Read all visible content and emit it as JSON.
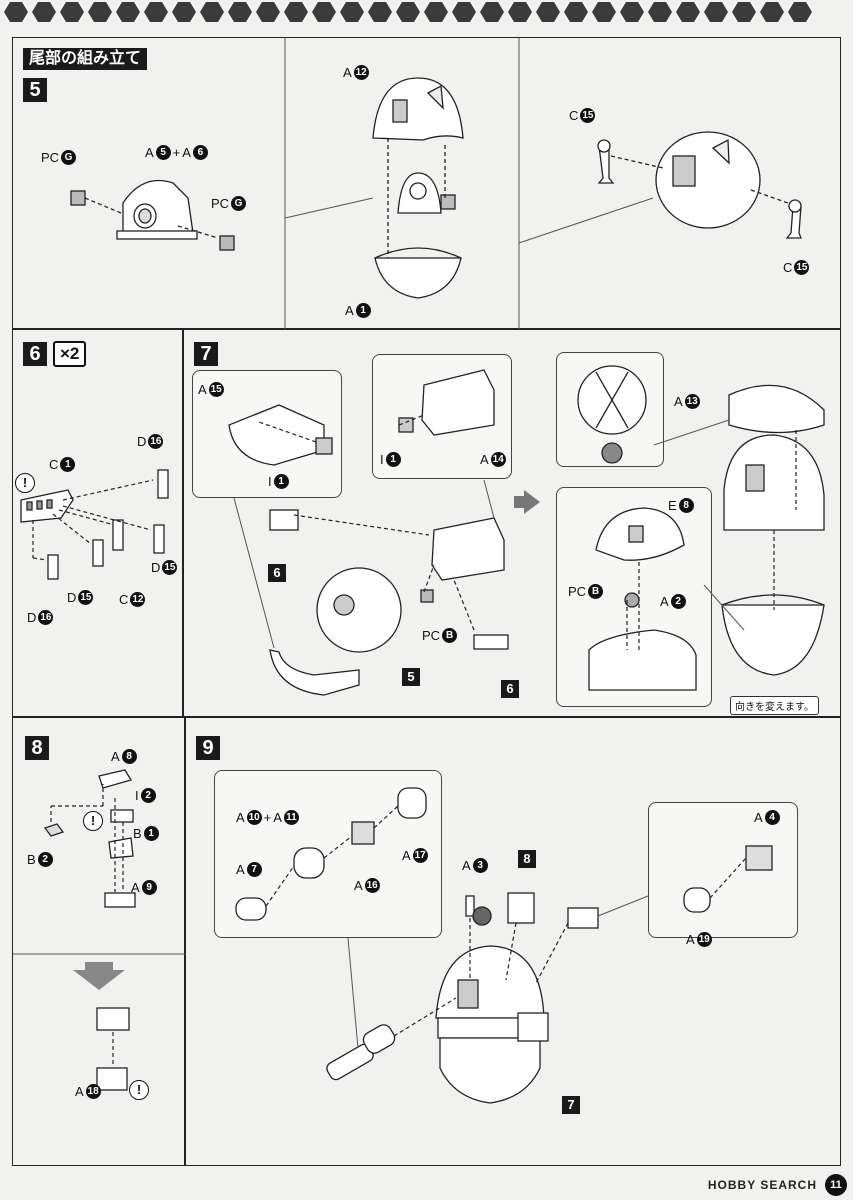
{
  "section_title": "尾部の組み立て",
  "steps": {
    "s5": {
      "num": "5"
    },
    "s6": {
      "num": "6",
      "multiplier": "×2"
    },
    "s7": {
      "num": "7",
      "ref5": "5",
      "ref6a": "6",
      "ref6b": "6",
      "note": "向きを変えます。"
    },
    "s8": {
      "num": "8"
    },
    "s9": {
      "num": "9",
      "ref8": "8",
      "ref7": "7"
    }
  },
  "labels": {
    "s5": [
      {
        "prefix": "PC",
        "id": "G"
      },
      {
        "prefix": "A",
        "id": "5",
        "joiner": "+",
        "prefix2": "A",
        "id2": "6"
      },
      {
        "prefix": "PC",
        "id": "G"
      },
      {
        "prefix": "A",
        "id": "12"
      },
      {
        "prefix": "A",
        "id": "1"
      },
      {
        "prefix": "C",
        "id": "15"
      },
      {
        "prefix": "C",
        "id": "15"
      }
    ],
    "s6": [
      {
        "prefix": "C",
        "id": "1"
      },
      {
        "prefix": "D",
        "id": "16"
      },
      {
        "prefix": "D",
        "id": "15"
      },
      {
        "prefix": "D",
        "id": "15"
      },
      {
        "prefix": "C",
        "id": "12"
      },
      {
        "prefix": "D",
        "id": "16"
      }
    ],
    "s7": [
      {
        "prefix": "A",
        "id": "15"
      },
      {
        "prefix": "I",
        "id": "1"
      },
      {
        "prefix": "I",
        "id": "1"
      },
      {
        "prefix": "A",
        "id": "14"
      },
      {
        "prefix": "PC",
        "id": "B"
      },
      {
        "prefix": "A",
        "id": "13"
      },
      {
        "prefix": "E",
        "id": "8"
      },
      {
        "prefix": "PC",
        "id": "B"
      },
      {
        "prefix": "A",
        "id": "2"
      }
    ],
    "s8": [
      {
        "prefix": "A",
        "id": "8"
      },
      {
        "prefix": "I",
        "id": "2"
      },
      {
        "prefix": "B",
        "id": "1"
      },
      {
        "prefix": "B",
        "id": "2"
      },
      {
        "prefix": "A",
        "id": "9"
      },
      {
        "prefix": "A",
        "id": "18"
      }
    ],
    "s9": [
      {
        "prefix": "A",
        "id": "10",
        "joiner": "+",
        "prefix2": "A",
        "id2": "11"
      },
      {
        "prefix": "A",
        "id": "7"
      },
      {
        "prefix": "A",
        "id": "16"
      },
      {
        "prefix": "A",
        "id": "17"
      },
      {
        "prefix": "A",
        "id": "3"
      },
      {
        "prefix": "A",
        "id": "4"
      },
      {
        "prefix": "A",
        "id": "19"
      }
    ]
  },
  "warning_symbol": "!",
  "footer": {
    "brand": "HOBBY SEARCH",
    "page": "11"
  }
}
